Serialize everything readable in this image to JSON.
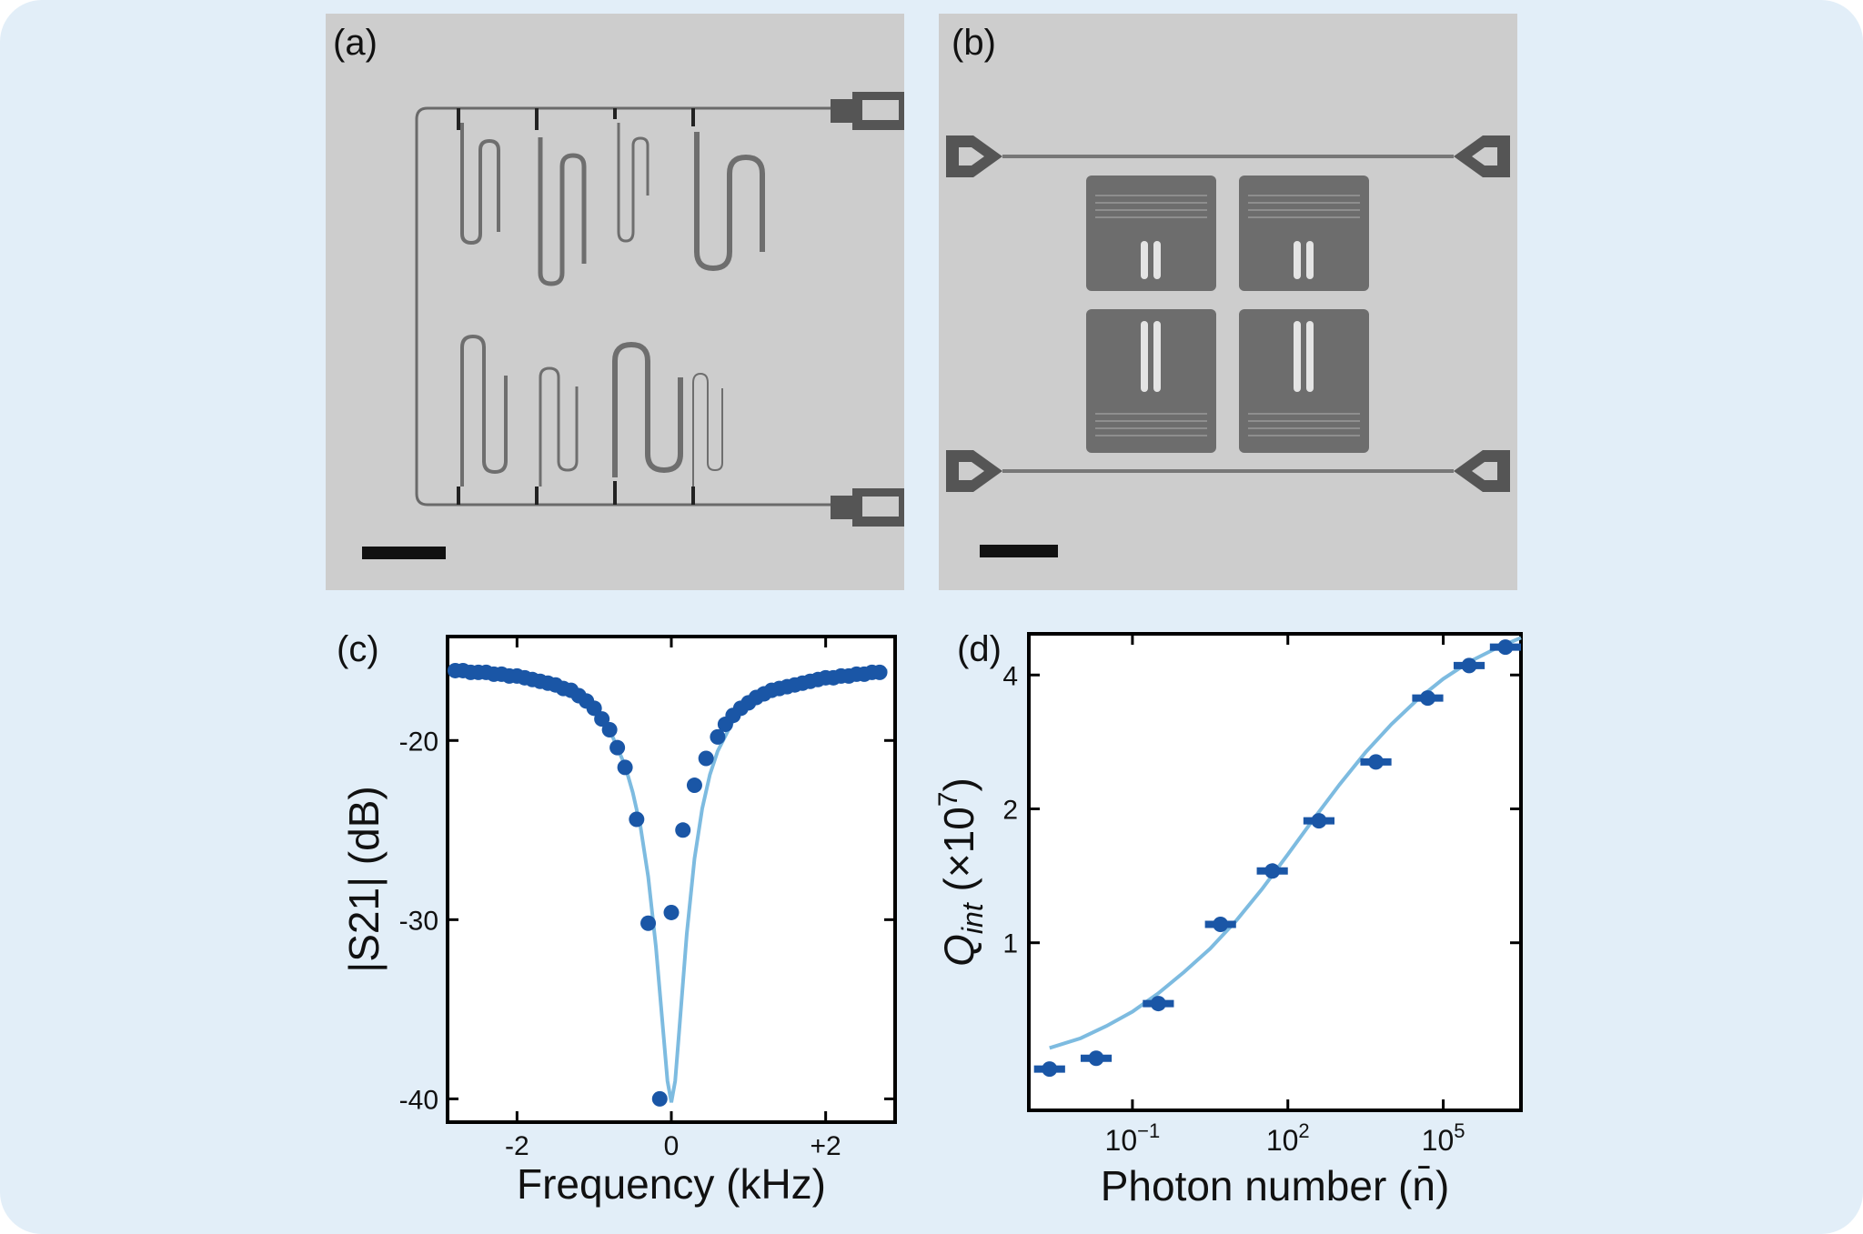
{
  "figure": {
    "background_color": "#e2eef8",
    "panels": {
      "a": {
        "label": "(a)"
      },
      "b": {
        "label": "(b)"
      },
      "c": {
        "label": "(c)"
      },
      "d": {
        "label": "(d)"
      }
    }
  },
  "chart_data": [
    {
      "panel": "(c)",
      "type": "line",
      "xlabel": "Frequency (kHz)",
      "ylabel": "|S21| (dB)",
      "xlim": [
        -2.9,
        2.9
      ],
      "ylim": [
        -41.3,
        -14.2
      ],
      "x_ticks": [
        -2,
        0,
        2
      ],
      "x_tick_labels": [
        "-2",
        "0",
        "+2"
      ],
      "y_ticks": [
        -20,
        -30,
        -40
      ],
      "y_tick_labels": [
        "-20",
        "-30",
        "-40"
      ],
      "grid": false,
      "marker_color": "#1a56a6",
      "line_color": "#7dbbe0",
      "series": [
        {
          "kind": "points",
          "x": [
            -2.8,
            -2.7,
            -2.6,
            -2.5,
            -2.4,
            -2.3,
            -2.2,
            -2.1,
            -2.0,
            -1.9,
            -1.8,
            -1.7,
            -1.6,
            -1.5,
            -1.4,
            -1.3,
            -1.2,
            -1.1,
            -1.0,
            -0.9,
            -0.8,
            -0.7,
            -0.6,
            -0.45,
            -0.3,
            -0.15,
            0.0,
            0.15,
            0.3,
            0.45,
            0.6,
            0.7,
            0.8,
            0.9,
            1.0,
            1.1,
            1.2,
            1.3,
            1.4,
            1.5,
            1.6,
            1.7,
            1.8,
            1.9,
            2.0,
            2.1,
            2.2,
            2.3,
            2.4,
            2.5,
            2.6,
            2.7
          ],
          "y": [
            -16.1,
            -16.1,
            -16.2,
            -16.2,
            -16.2,
            -16.3,
            -16.3,
            -16.4,
            -16.4,
            -16.5,
            -16.6,
            -16.7,
            -16.8,
            -16.9,
            -17.1,
            -17.2,
            -17.5,
            -17.8,
            -18.2,
            -18.8,
            -19.4,
            -20.4,
            -21.5,
            -24.4,
            -30.2,
            -40.0,
            -29.6,
            -25.0,
            -22.5,
            -21.0,
            -19.8,
            -19.1,
            -18.6,
            -18.2,
            -17.9,
            -17.6,
            -17.4,
            -17.2,
            -17.1,
            -17.0,
            -16.9,
            -16.8,
            -16.7,
            -16.6,
            -16.5,
            -16.5,
            -16.4,
            -16.4,
            -16.3,
            -16.3,
            -16.2,
            -16.2
          ]
        },
        {
          "kind": "fit",
          "x": [
            -2.8,
            -2.4,
            -2.0,
            -1.6,
            -1.2,
            -1.0,
            -0.8,
            -0.6,
            -0.5,
            -0.4,
            -0.3,
            -0.2,
            -0.1,
            -0.05,
            0.0,
            0.05,
            0.1,
            0.2,
            0.3,
            0.4,
            0.5,
            0.6,
            0.8,
            1.0,
            1.2,
            1.6,
            2.0,
            2.4,
            2.8
          ],
          "y": [
            -16.1,
            -16.2,
            -16.4,
            -16.8,
            -17.5,
            -18.2,
            -19.4,
            -21.4,
            -22.9,
            -24.8,
            -27.6,
            -31.5,
            -36.5,
            -39.0,
            -40.2,
            -39.0,
            -36.3,
            -30.8,
            -26.6,
            -23.8,
            -21.9,
            -20.6,
            -18.9,
            -17.9,
            -17.3,
            -16.7,
            -16.4,
            -16.2,
            -16.1
          ]
        }
      ]
    },
    {
      "panel": "(d)",
      "type": "scatter",
      "xlabel": "Photon number (n̄)",
      "ylabel": "Qint (×10^7)",
      "x_scale": "log",
      "y_scale": "log",
      "xlim_log10": [
        -3.0,
        6.5
      ],
      "ylim": [
        0.42,
        4.95
      ],
      "x_ticks_log10": [
        -1,
        2,
        5
      ],
      "x_tick_labels": [
        "10−1",
        "102",
        "105"
      ],
      "y_ticks": [
        1,
        2,
        4
      ],
      "y_tick_labels": [
        "1",
        "2",
        "4"
      ],
      "grid": false,
      "marker_color": "#1a56a6",
      "line_color": "#7dbbe0",
      "series": [
        {
          "kind": "points",
          "log10_x": [
            -2.6,
            -1.7,
            -0.5,
            0.7,
            1.7,
            2.6,
            3.7,
            4.7,
            5.5,
            6.2
          ],
          "y": [
            0.52,
            0.55,
            0.73,
            1.1,
            1.45,
            1.88,
            2.55,
            3.55,
            4.2,
            4.62
          ],
          "x_err_log10": 0.3
        },
        {
          "kind": "fit",
          "log10_x": [
            -2.6,
            -2.0,
            -1.5,
            -1.0,
            -0.5,
            0.0,
            0.5,
            1.0,
            1.5,
            2.0,
            2.5,
            3.0,
            3.5,
            4.0,
            4.5,
            5.0,
            5.5,
            6.0,
            6.5
          ],
          "y": [
            0.58,
            0.61,
            0.65,
            0.7,
            0.77,
            0.86,
            0.97,
            1.12,
            1.32,
            1.58,
            1.9,
            2.27,
            2.68,
            3.1,
            3.52,
            3.92,
            4.28,
            4.58,
            4.85
          ]
        }
      ]
    }
  ]
}
